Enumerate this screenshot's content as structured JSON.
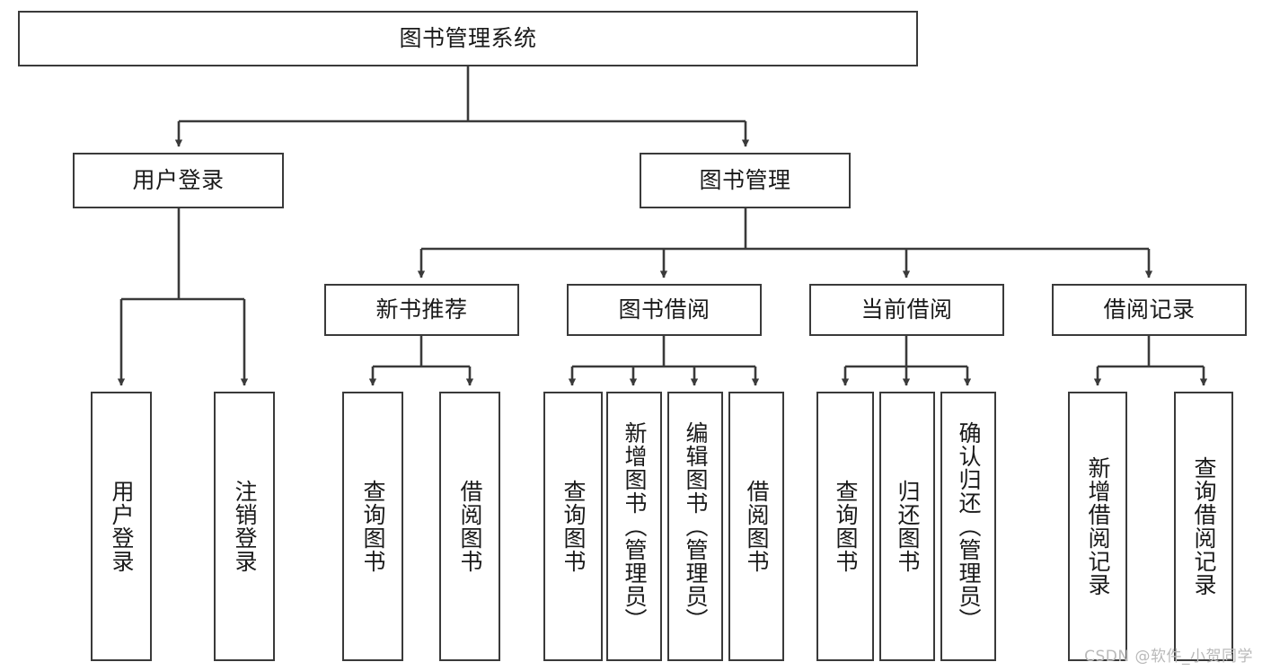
{
  "diagram": {
    "title_box": {
      "label": "图书管理系统"
    },
    "level2": [
      {
        "id": "user-login",
        "label": "用户登录"
      },
      {
        "id": "book-management",
        "label": "图书管理"
      }
    ],
    "level3": [
      {
        "id": "new-book-recommend",
        "label": "新书推荐"
      },
      {
        "id": "book-borrow",
        "label": "图书借阅"
      },
      {
        "id": "current-borrow",
        "label": "当前借阅"
      },
      {
        "id": "borrow-record",
        "label": "借阅记录"
      }
    ],
    "leaves": {
      "user_login": [
        {
          "id": "leaf-user-login",
          "label": "用户登录"
        },
        {
          "id": "leaf-logout-login",
          "label": "注销登录"
        }
      ],
      "new_book_recommend": [
        {
          "id": "leaf-query-book-1",
          "label": "查询图书"
        },
        {
          "id": "leaf-borrow-book-1",
          "label": "借阅图书"
        }
      ],
      "book_borrow": [
        {
          "id": "leaf-query-book-2",
          "label": "查询图书"
        },
        {
          "id": "leaf-add-book",
          "label": "新增图书（管理员）"
        },
        {
          "id": "leaf-edit-book",
          "label": "编辑图书（管理员）"
        },
        {
          "id": "leaf-borrow-book-2",
          "label": "借阅图书"
        }
      ],
      "current_borrow": [
        {
          "id": "leaf-query-book-3",
          "label": "查询图书"
        },
        {
          "id": "leaf-return-book",
          "label": "归还图书"
        },
        {
          "id": "leaf-confirm-return",
          "label": "确认归还（管理员）"
        }
      ],
      "borrow_record": [
        {
          "id": "leaf-add-record",
          "label": "新增借阅记录"
        },
        {
          "id": "leaf-query-record",
          "label": "查询借阅记录"
        }
      ]
    },
    "watermark": "CSDN @软件_小贺同学",
    "colors": {
      "stroke": "#3a3a3a",
      "background": "#ffffff",
      "text": "#1a1a1a",
      "watermark": "#b9b9b9"
    }
  }
}
